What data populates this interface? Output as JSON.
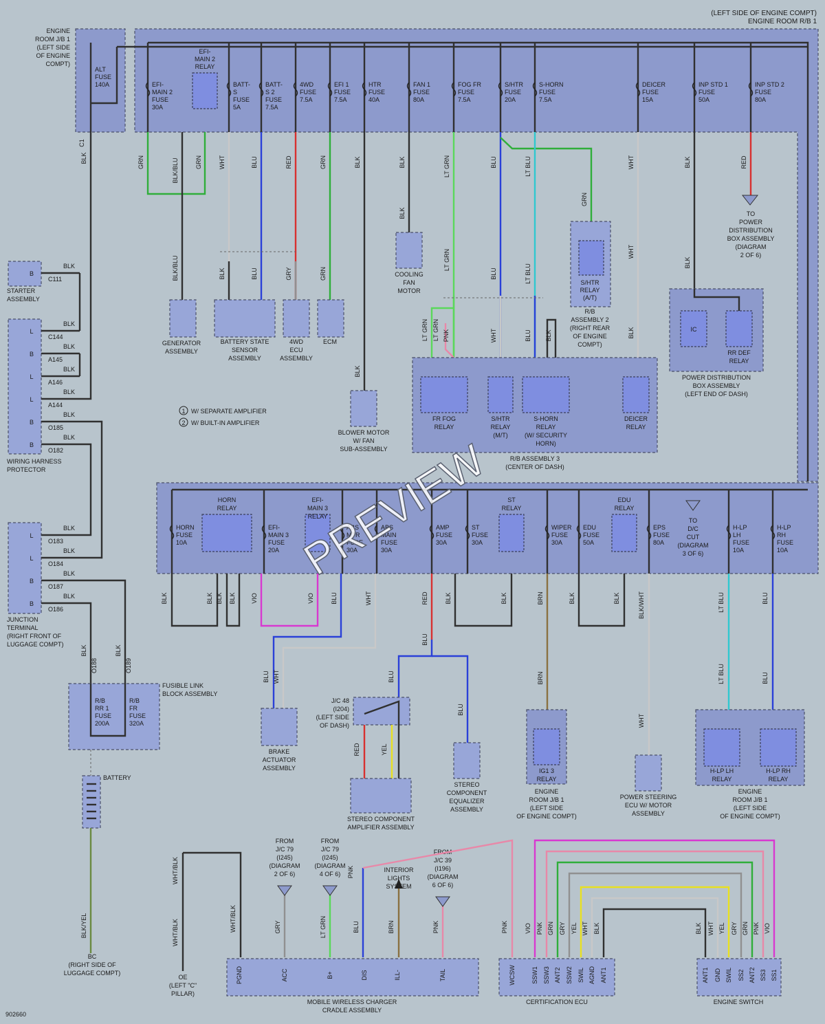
{
  "header": {
    "line1": "(LEFT SIDE OF ENGINE COMPT)",
    "line2": "ENGINE ROOM R/B 1"
  },
  "watermark": "PREVIEW",
  "figure_id": "902660",
  "legend": {
    "item1": "W/ SEPARATE AMPLIFIER",
    "item2": "W/ BUILT-IN AMPLIFIER",
    "num1": "1",
    "num2": "2"
  },
  "colors": {
    "GRN": "#2fae3a",
    "BLU": "#2a40d8",
    "RED": "#d83030",
    "WHT": "#c8c8c8",
    "LTBLU": "#30c8d0",
    "LTGRN": "#5ad85a",
    "PNK": "#e888a8",
    "VIO": "#d838d0",
    "YEL": "#e8e020",
    "BRN": "#8a7040",
    "GRY": "#909090",
    "BLK": "#303030"
  },
  "ecm_top_labels": {
    "engine_room_jb1": [
      "ENGINE",
      "ROOM J/B 1",
      "(LEFT SIDE",
      "OF ENGINE",
      "COMPT)"
    ],
    "alt_fuse": [
      "ALT",
      "FUSE",
      "140A"
    ],
    "efi_main2_relay": [
      "EFI-",
      "MAIN 2",
      "RELAY"
    ],
    "fuses": [
      [
        "EFI-",
        "MAIN 2",
        "FUSE",
        "30A"
      ],
      [
        "BATT-",
        "S",
        "FUSE",
        "5A"
      ],
      [
        "BATT-",
        "S 2",
        "FUSE",
        "7.5A"
      ],
      [
        "4WD",
        "FUSE",
        "7.5A"
      ],
      [
        "EFI 1",
        "FUSE",
        "7.5A"
      ],
      [
        "HTR",
        "FUSE",
        "40A"
      ],
      [
        "FAN 1",
        "FUSE",
        "80A"
      ],
      [
        "FOG FR",
        "FUSE",
        "7.5A"
      ],
      [
        "S/HTR",
        "FUSE",
        "20A"
      ],
      [
        "S-HORN",
        "FUSE",
        "7.5A"
      ],
      [
        "DEICER",
        "FUSE",
        "15A"
      ],
      [
        "INP STD 1",
        "FUSE",
        "50A"
      ],
      [
        "INP STD 2",
        "FUSE",
        "80A"
      ]
    ]
  },
  "top_wires": [
    "GRN",
    "BLK/BLU",
    "GRN",
    "WHT",
    "BLU",
    "RED",
    "GRN",
    "BLK",
    "BLK",
    "LT GRN",
    "BLU",
    "LT BLU",
    "WHT",
    "BLK",
    "RED"
  ],
  "top_devices": {
    "generator": [
      "GENERATOR",
      "ASSEMBLY"
    ],
    "battery_sensor": [
      "BATTERY STATE",
      "SENSOR",
      "ASSEMBLY"
    ],
    "ecu_4wd": [
      "4WD",
      "ECU",
      "ASSEMBLY"
    ],
    "ecm": [
      "ECM"
    ],
    "cooling_fan": [
      "COOLING",
      "FAN",
      "MOTOR"
    ],
    "blower": [
      "BLOWER MOTOR",
      "W/ FAN",
      "SUB-ASSEMBLY"
    ],
    "shtr_relay_at": [
      "S/HTR",
      "RELAY",
      "(A/T)"
    ],
    "rb_assy2": [
      "R/B",
      "ASSEMBLY 2",
      "(RIGHT REAR",
      "OF ENGINE",
      "COMPT)"
    ],
    "to_power_dist": [
      "TO",
      "POWER",
      "DISTRIBUTION",
      "BOX ASSEMBLY",
      "(DIAGRAM",
      "2 OF 6)"
    ],
    "power_dist": [
      "POWER DISTRIBUTION",
      "BOX ASSEMBLY",
      "(LEFT END OF DASH)"
    ],
    "ic": "IC",
    "rr_def_relay": [
      "RR DEF",
      "RELAY"
    ],
    "rb_assy3": [
      "R/B ASSEMBLY 3",
      "(CENTER OF DASH)"
    ],
    "fr_fog_relay": [
      "FR FOG",
      "RELAY"
    ],
    "shtr_relay_mt": [
      "S/HTR",
      "RELAY",
      "(M/T)"
    ],
    "shorn_relay": [
      "S-HORN",
      "RELAY",
      "(W/ SECURITY",
      "HORN)"
    ],
    "deicer_relay": [
      "DEICER",
      "RELAY"
    ]
  },
  "left_side": {
    "starter": [
      "STARTER",
      "ASSEMBLY"
    ],
    "harness": [
      "WIRING HARNESS",
      "PROTECTOR"
    ],
    "junction": [
      "JUNCTION",
      "TERMINAL",
      "(RIGHT FRONT OF",
      "LUGGAGE COMPT)"
    ],
    "fusible": [
      "FUSIBLE LINK",
      "BLOCK ASSEMBLY"
    ],
    "rr1_fuse": [
      "R/B",
      "RR 1",
      "FUSE",
      "200A"
    ],
    "fr_fuse": [
      "R/B",
      "FR",
      "FUSE",
      "320A"
    ],
    "battery": "BATTERY",
    "ground_bc": [
      "BC",
      "(RIGHT SIDE OF",
      "LUGGAGE COMPT)"
    ],
    "ground_oe": [
      "OE",
      "(LEFT \"C\"",
      "PILLAR)"
    ],
    "connectors": [
      "C111",
      "C144",
      "A145",
      "A146",
      "A144",
      "O185",
      "O182",
      "O183",
      "O184",
      "O187",
      "O186",
      "O188",
      "O189"
    ]
  },
  "mid_block": {
    "items": [
      [
        "HORN",
        "FUSE",
        "10A"
      ],
      [
        "HORN",
        "RELAY"
      ],
      [
        "EFI-",
        "MAIN 3",
        "FUSE",
        "20A"
      ],
      [
        "EFI-",
        "MAIN 3",
        "RELAY"
      ],
      [
        "ABS",
        "MTR",
        "FUSE",
        "30A"
      ],
      [
        "ABS",
        "MAIN",
        "FUSE",
        "30A"
      ],
      [
        "AMP",
        "FUSE",
        "30A"
      ],
      [
        "ST",
        "FUSE",
        "30A"
      ],
      [
        "ST",
        "RELAY"
      ],
      [
        "WIPER",
        "FUSE",
        "30A"
      ],
      [
        "EDU",
        "FUSE",
        "50A"
      ],
      [
        "EDU",
        "RELAY"
      ],
      [
        "EPS",
        "FUSE",
        "80A"
      ],
      [
        "TO",
        "D/C",
        "CUT",
        "(DIAGRAM",
        "3 OF 6)"
      ],
      [
        "H-LP",
        "LH",
        "FUSE",
        "10A"
      ],
      [
        "H-LP",
        "RH",
        "FUSE",
        "10A"
      ]
    ]
  },
  "lower_devices": {
    "brake": [
      "BRAKE",
      "ACTUATOR",
      "ASSEMBLY"
    ],
    "jc48": [
      "J/C 48",
      "(I204)",
      "(LEFT SIDE",
      "OF DASH)"
    ],
    "amp": [
      "STEREO COMPONENT",
      "AMPLIFIER ASSEMBLY"
    ],
    "eq": [
      "STEREO",
      "COMPONENT",
      "EQUALIZER",
      "ASSEMBLY"
    ],
    "ig13": [
      "IG1 3",
      "RELAY"
    ],
    "ig13_loc": [
      "ENGINE",
      "ROOM J/B 1",
      "(LEFT SIDE",
      "OF ENGINE COMPT)"
    ],
    "eps": [
      "POWER STEERING",
      "ECU W/ MOTOR",
      "ASSEMBLY"
    ],
    "hlp_lh": [
      "H-LP LH",
      "RELAY"
    ],
    "hlp_rh": [
      "H-LP RH",
      "RELAY"
    ],
    "hlp_loc": [
      "ENGINE",
      "ROOM J/B 1",
      "(LEFT SIDE",
      "OF ENGINE COMPT)"
    ]
  },
  "bottom": {
    "charger_title": [
      "MOBILE WIRELESS CHARGER",
      "CRADLE ASSEMBLY"
    ],
    "charger_pins": [
      "PGND",
      "ACC",
      "B+",
      "DIS",
      "ILL-",
      "TAIL"
    ],
    "from_jc79a": [
      "FROM",
      "J/C 79",
      "(I245)",
      "(DIAGRAM",
      "2 OF 6)"
    ],
    "from_jc79b": [
      "FROM",
      "J/C 79",
      "(I245)",
      "(DIAGRAM",
      "4 OF 6)"
    ],
    "interior": [
      "INTERIOR",
      "LIGHTS",
      "SYSTEM"
    ],
    "from_jc39": [
      "FROM",
      "J/C 39",
      "(I196)",
      "(DIAGRAM",
      "6 OF 6)"
    ],
    "cert_title": "CERTIFICATION ECU",
    "cert_pins": [
      "WCSW",
      "SSW1",
      "SSW3",
      "ANT2",
      "SSW2",
      "SWIL",
      "AGND",
      "ANT1"
    ],
    "eng_title": "ENGINE SWITCH",
    "eng_pins": [
      "ANT1",
      "GND",
      "SWIL",
      "SS2",
      "ANT2",
      "SS3",
      "SS1"
    ]
  }
}
